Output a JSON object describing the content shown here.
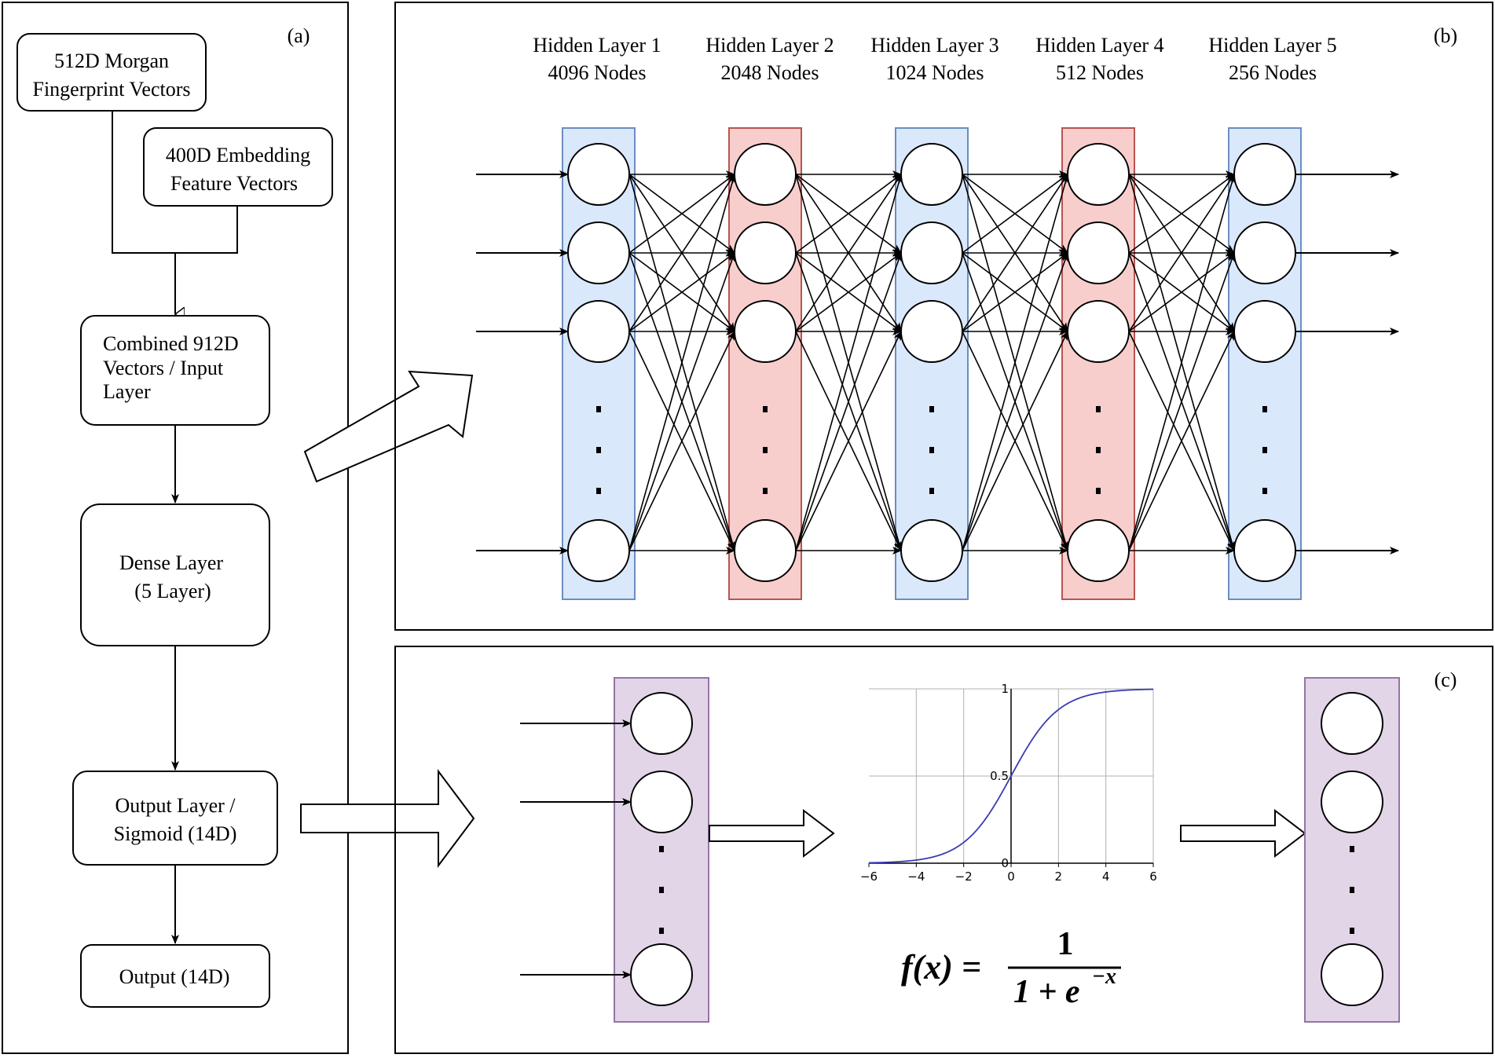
{
  "panel_a": {
    "tag": "(a)",
    "morgan_box": [
      "512D Morgan",
      "Fingerprint Vectors"
    ],
    "embedding_box": [
      "400D Embedding",
      "Feature Vectors"
    ],
    "combined_box": [
      "Combined 912D",
      "Vectors / Input",
      "Layer"
    ],
    "dense_box": [
      "Dense Layer",
      "(5 Layer)"
    ],
    "output_layer_box": [
      "Output Layer /",
      "Sigmoid (14D)"
    ],
    "output_box": [
      "Output (14D)"
    ]
  },
  "panel_b": {
    "tag": "(b)",
    "layers": [
      {
        "name": "Hidden Layer 1",
        "nodes": "4096 Nodes",
        "color": "#dae8fc",
        "stroke": "#6c8ebf"
      },
      {
        "name": "Hidden Layer 2",
        "nodes": "2048 Nodes",
        "color": "#f8cecc",
        "stroke": "#b85450"
      },
      {
        "name": "Hidden Layer 3",
        "nodes": "1024 Nodes",
        "color": "#dae8fc",
        "stroke": "#6c8ebf"
      },
      {
        "name": "Hidden Layer 4",
        "nodes": "512 Nodes",
        "color": "#f8cecc",
        "stroke": "#b85450"
      },
      {
        "name": "Hidden Layer 5",
        "nodes": "256 Nodes",
        "color": "#dae8fc",
        "stroke": "#6c8ebf"
      }
    ]
  },
  "panel_c": {
    "tag": "(c)",
    "layer_color": "#e1d5e7",
    "layer_stroke": "#9673a6",
    "curve_color": "#3b3bb3",
    "plot": {
      "x_ticks": [
        "−6",
        "−4",
        "−2",
        "0",
        "2",
        "4",
        "6"
      ],
      "y_ticks": [
        "0",
        "0.5",
        "1"
      ],
      "x_range": [
        -6,
        6
      ],
      "y_range": [
        0,
        1
      ],
      "grid": true
    },
    "formula": {
      "lhs": "f(x) = ",
      "numerator": "1",
      "denominator_base": "1 + e",
      "denominator_exp": "−x"
    }
  }
}
